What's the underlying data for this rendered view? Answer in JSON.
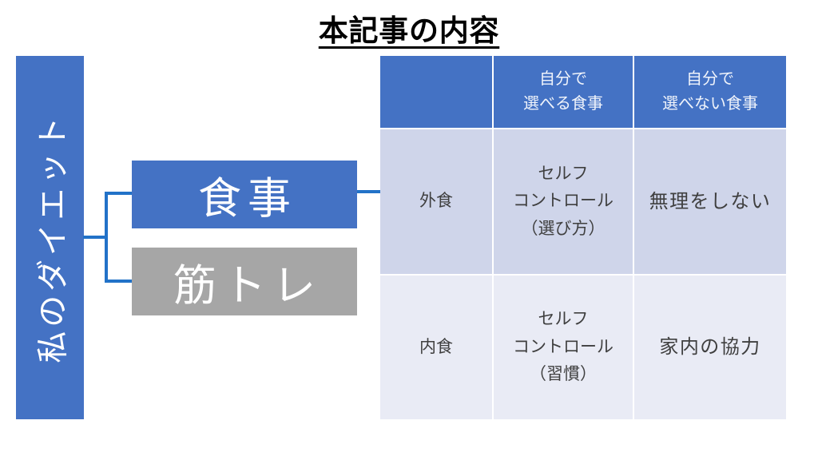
{
  "title": {
    "text": "本記事の内容"
  },
  "tree": {
    "root_label": "私のダイエット",
    "branches": [
      {
        "label": "食事"
      },
      {
        "label": "筋トレ"
      }
    ]
  },
  "table": {
    "header": [
      "",
      "自分で\n選べる食事",
      "自分で\n選べない食事"
    ],
    "rows": [
      {
        "label": "外食",
        "cells": [
          "セルフ\nコントロール\n（選び方）",
          "無理をしない"
        ]
      },
      {
        "label": "内食",
        "cells": [
          "セルフ\nコントロール\n（習慣）",
          "家内の協力"
        ]
      }
    ]
  },
  "colors": {
    "accent_blue": "#4472C4",
    "gray_box": "#A6A6A6",
    "connector_blue": "#2272C8",
    "row_band_dark": "#CFD5EA",
    "row_band_light": "#E9EBF5",
    "header_text": "#F0F4FB",
    "body_text": "#3F3F3F",
    "title_text": "#000000"
  }
}
